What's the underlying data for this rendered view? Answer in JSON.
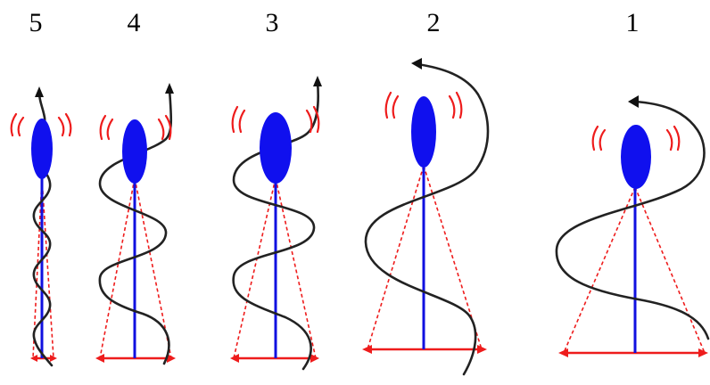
{
  "diagram": {
    "panels": [
      {
        "label": "5"
      },
      {
        "label": "4"
      },
      {
        "label": "3"
      },
      {
        "label": "2"
      },
      {
        "label": "1"
      }
    ],
    "colors": {
      "head": "#1010ee",
      "axis": "#1010e0",
      "cone": "#ee1c1c",
      "spiral": "#222222"
    }
  }
}
